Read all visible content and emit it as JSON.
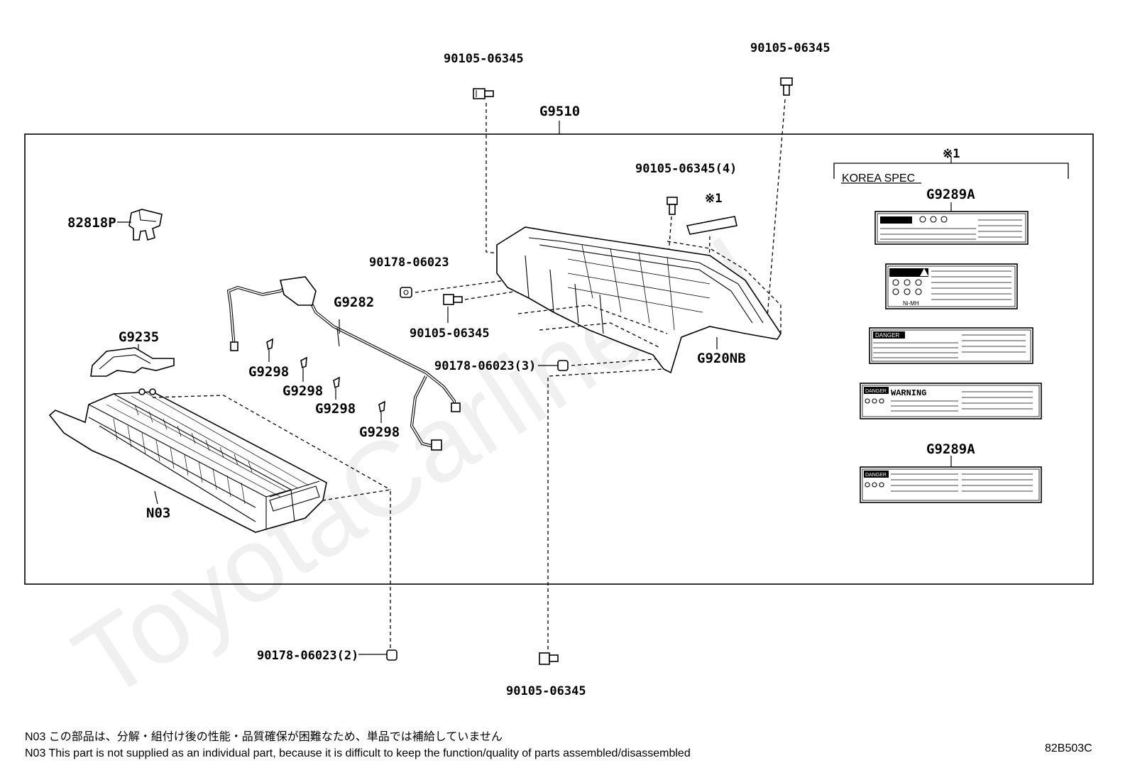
{
  "watermark": "ToyotaCarline.ru",
  "labels": {
    "bolt_top_left": "90105-06345",
    "bolt_top_right": "90105-06345",
    "assembly": "G9510",
    "bolt_x4": "90105-06345(4)",
    "ref_mark_1": "※1",
    "ref_mark_2": "※1",
    "korea_spec": "KOREA SPEC",
    "label_set_top": "G9289A",
    "label_set_bottom": "G9289A",
    "bracket": "82818P",
    "nut_left": "90178-06023",
    "bolt_mid": "90105-06345",
    "harness": "G9282",
    "cover": "G920NB",
    "nut_x3": "90178-06023(3)",
    "duct": "G9235",
    "clip_1": "G9298",
    "clip_2": "G9298",
    "clip_3": "G9298",
    "clip_4": "G9298",
    "battery": "N03",
    "nut_x2": "90178-06023(2)",
    "bolt_bottom": "90105-06345"
  },
  "caution_labels": [
    {
      "title": "",
      "text": ""
    },
    {
      "title": "Ni-MH",
      "text": ""
    },
    {
      "title": "DANGER",
      "text": ""
    },
    {
      "title": "DANGER",
      "text": "WARNING"
    },
    {
      "title": "DANGER",
      "text": ""
    }
  ],
  "footer": {
    "note_jp": "N03 この部品は、分解・組付け後の性能・品質確保が困難なため、単品では補給していません",
    "note_en": "N03 This part is not supplied as an individual part, because it is difficult to keep the function/quality of parts assembled/disassembled",
    "drawing_code": "82B503C"
  }
}
